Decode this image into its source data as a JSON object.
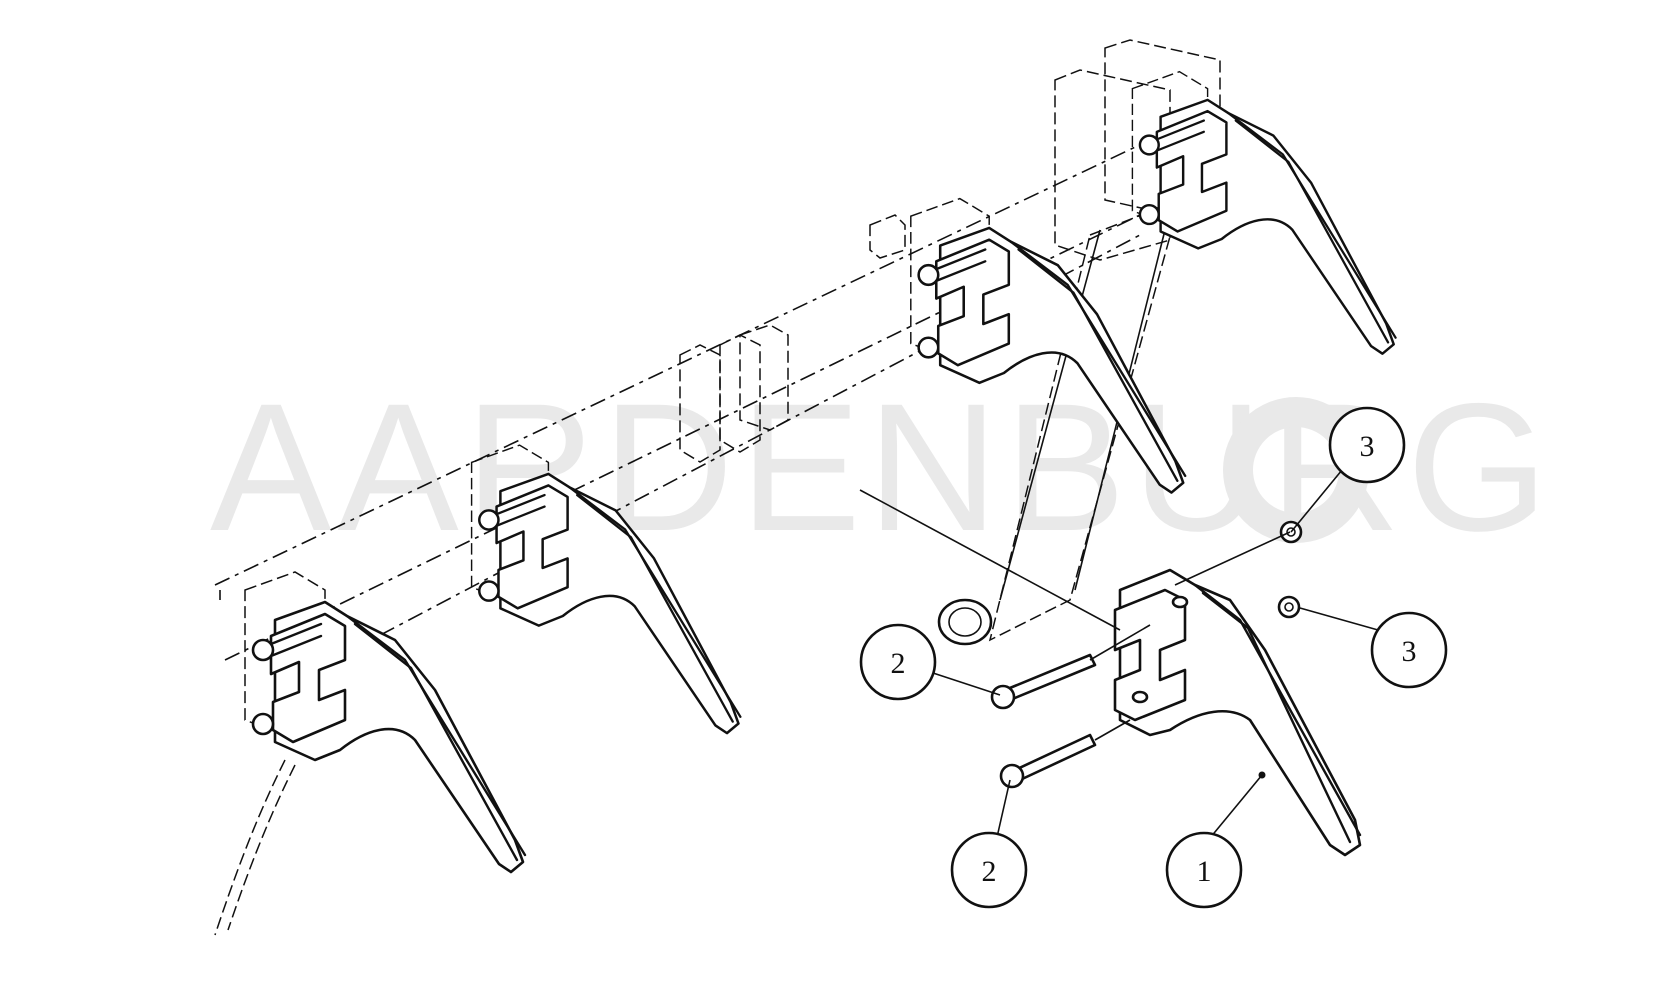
{
  "watermark": {
    "text": "AARDENBURG"
  },
  "balloons": [
    {
      "id": "b3-top",
      "label": "3"
    },
    {
      "id": "b3-right",
      "label": "3"
    },
    {
      "id": "b2-left",
      "label": "2"
    },
    {
      "id": "b2-bottom",
      "label": "2"
    },
    {
      "id": "b1",
      "label": "1"
    }
  ],
  "colors": {
    "line": "#111111",
    "watermark": "#e9e9e9",
    "background": "#ffffff"
  }
}
